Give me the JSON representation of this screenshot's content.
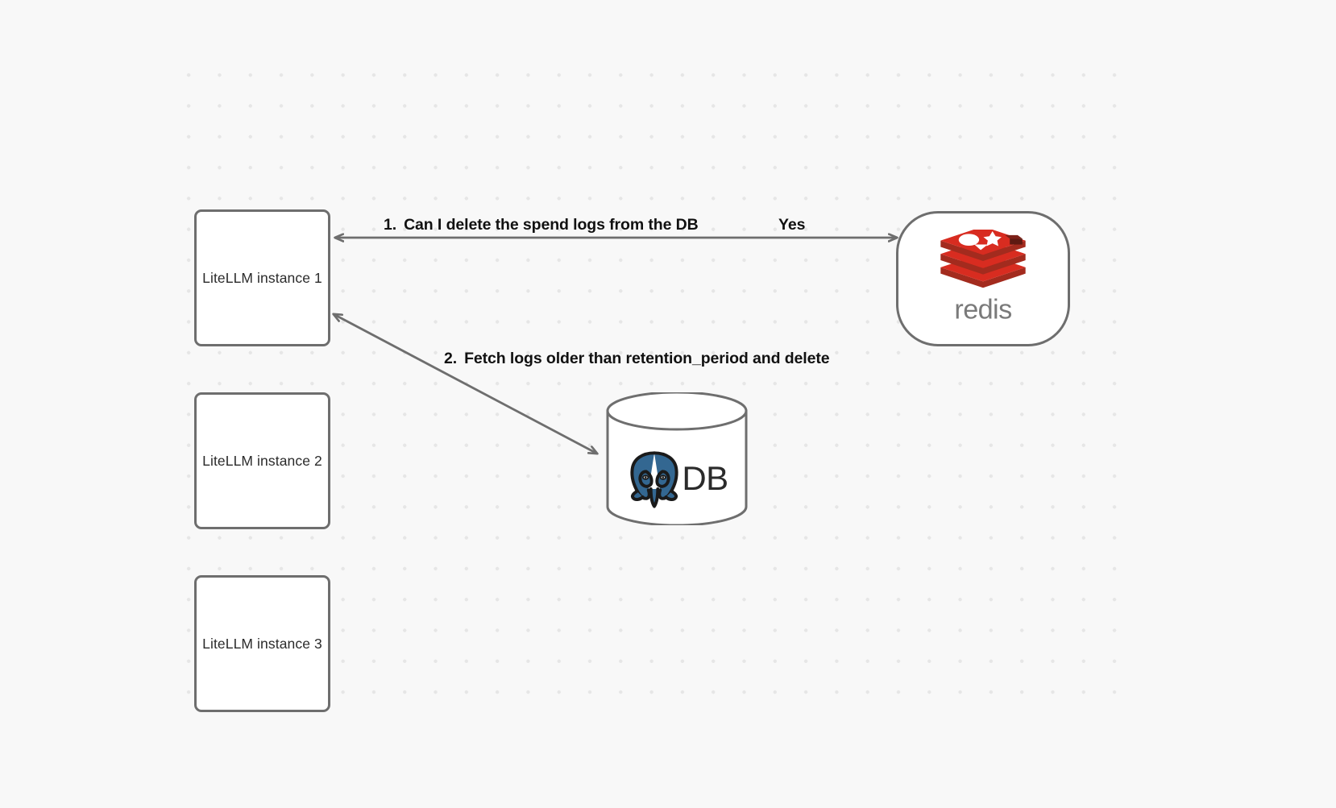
{
  "canvas": {
    "background_color": "#f8f8f8",
    "dot_color": "#e6e6e6",
    "node_border_color": "#6e6e6e",
    "edge_color": "#6e6e6e",
    "label_color": "#111111"
  },
  "nodes": [
    {
      "id": "litellm-1",
      "label": "LiteLLM instance 1",
      "type": "box"
    },
    {
      "id": "litellm-2",
      "label": "LiteLLM instance 2",
      "type": "box"
    },
    {
      "id": "litellm-3",
      "label": "LiteLLM instance 3",
      "type": "box"
    },
    {
      "id": "redis",
      "label": "redis",
      "type": "rounded",
      "brand_color": "#d82c20",
      "wordmark_color": "#7a7a7a"
    },
    {
      "id": "postgres-db",
      "label": "DB",
      "type": "cylinder",
      "brand_color": "#336791"
    }
  ],
  "edges": [
    {
      "id": "edge-1",
      "from": "litellm-1",
      "to": "redis",
      "number": "1.",
      "label": "Can I delete the spend logs from the DB",
      "reply": "Yes",
      "direction": "bidirectional"
    },
    {
      "id": "edge-2",
      "from": "litellm-1",
      "to": "postgres-db",
      "number": "2.",
      "label": "Fetch logs older than retention_period and delete",
      "direction": "bidirectional"
    }
  ],
  "icons": {
    "redis": "redis-logo-icon",
    "postgres": "postgres-elephant-icon",
    "arrow": "arrow-head-icon"
  }
}
